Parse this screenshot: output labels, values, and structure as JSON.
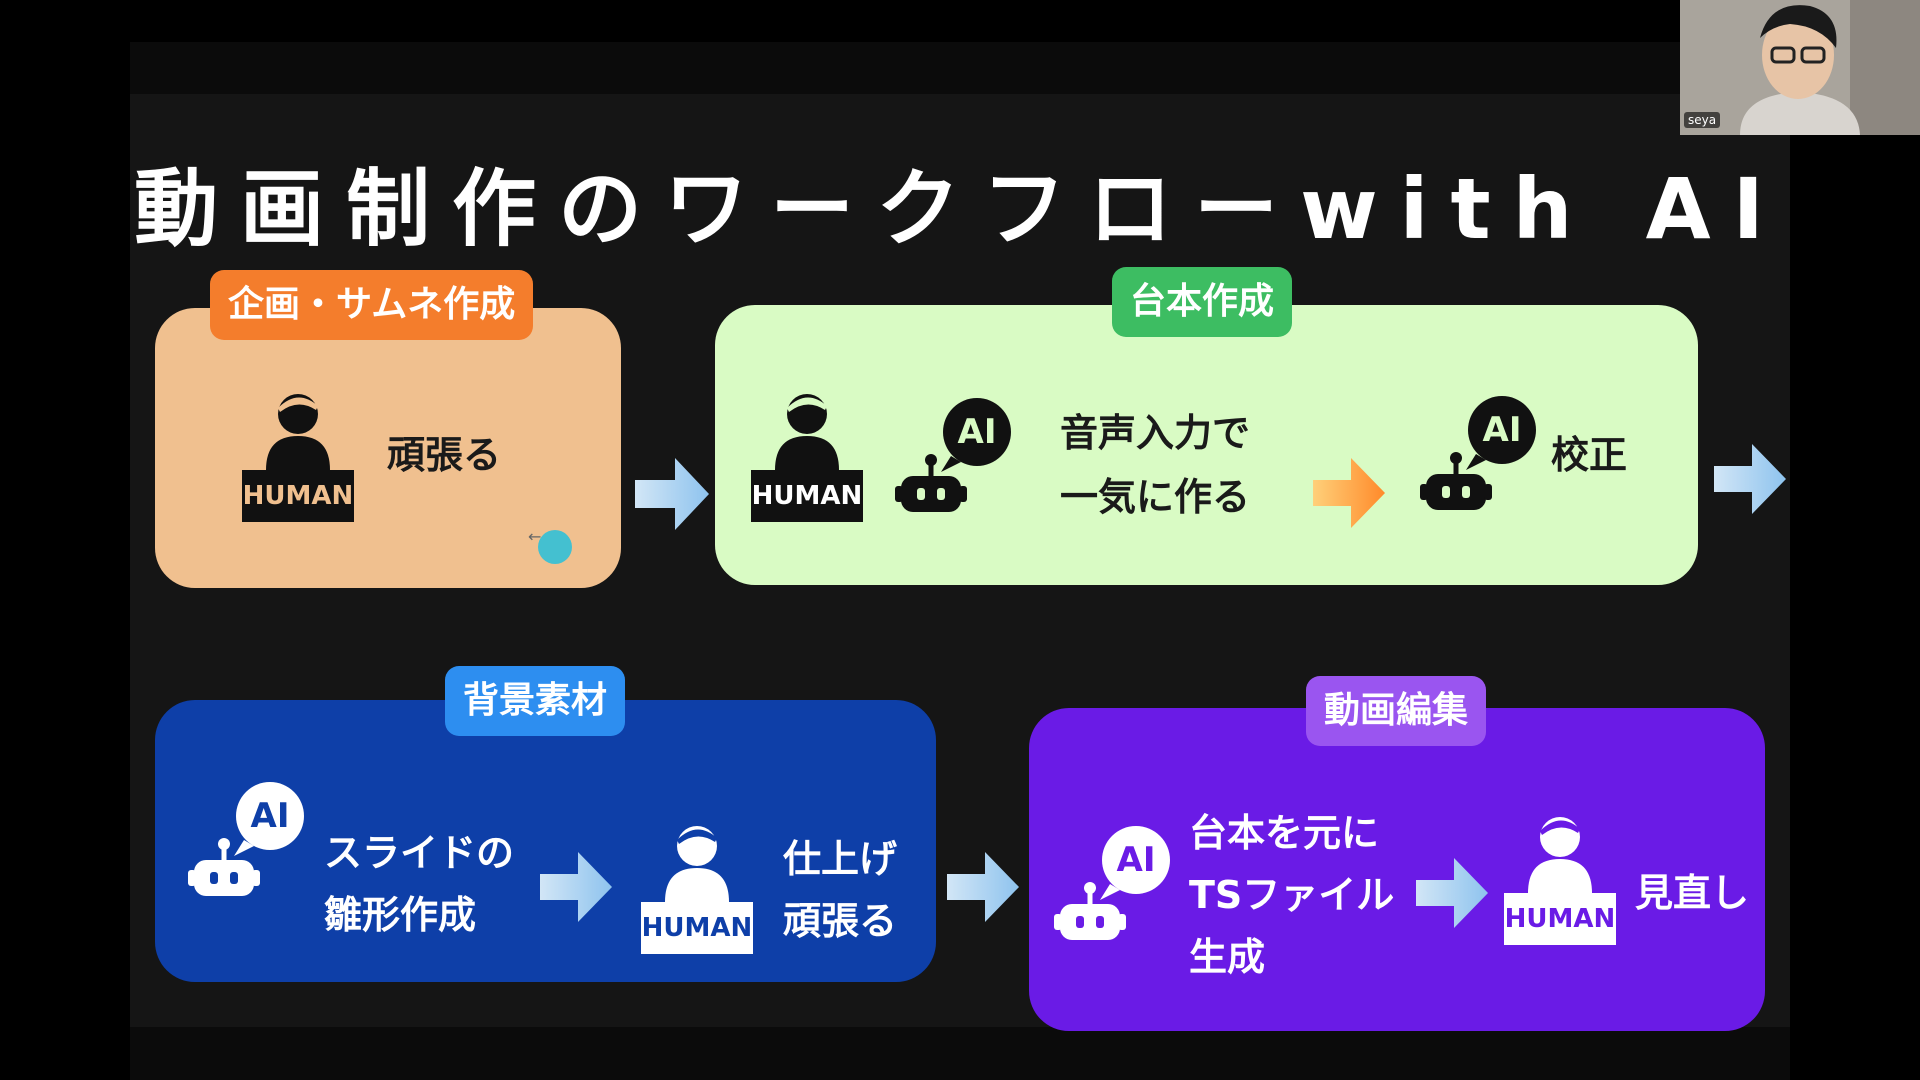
{
  "slide": {
    "title": "動画制作のワークフローwith AI",
    "steps": [
      {
        "tag": "企画・サムネ作成",
        "human_label": "HUMAN",
        "text": "頑張る"
      },
      {
        "tag": "台本作成",
        "human_label": "HUMAN",
        "ai_label": "AI",
        "text_line1": "音声入力で",
        "text_line2": "一気に作る",
        "ai2_label": "AI",
        "text2": "校正"
      },
      {
        "tag": "背景素材",
        "ai_label": "AI",
        "text_line1": "スライドの",
        "text_line2": "雛形作成",
        "human_label": "HUMAN",
        "text2_line1": "仕上げ",
        "text2_line2": "頑張る"
      },
      {
        "tag": "動画編集",
        "ai_label": "AI",
        "text_line1": "台本を元に",
        "text_line2": "TSファイル",
        "text_line3": "生成",
        "human_label": "HUMAN",
        "text2": "見直し"
      }
    ]
  },
  "webcam": {
    "participant_name": "seya"
  },
  "colors": {
    "step1_card": "#f0c08f",
    "step1_tag": "#f47d2c",
    "step2_card": "#d9fbc4",
    "step2_tag": "#3dbd62",
    "step3_card": "#0e3fa8",
    "step3_tag": "#2d8ef0",
    "step4_card": "#6a1be6",
    "step4_tag": "#9a55f0"
  },
  "icons": [
    "human-icon",
    "ai-robot-icon",
    "flow-arrow-icon",
    "orange-arrow-icon"
  ]
}
